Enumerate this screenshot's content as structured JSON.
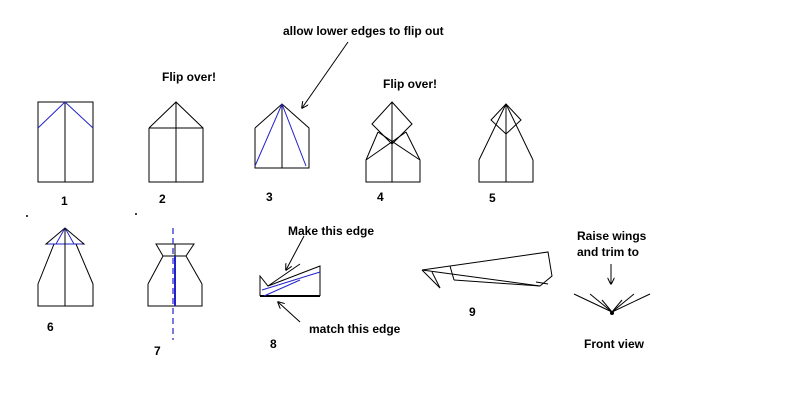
{
  "annotations": {
    "allow_lower_edges": "allow lower edges to flip out",
    "flip_over_1": "Flip over!",
    "flip_over_2": "Flip over!",
    "make_this_edge": "Make this edge",
    "match_this_edge": "match this edge",
    "raise_wings_line1": "Raise wings",
    "raise_wings_line2": "and trim to",
    "front_view": "Front view"
  },
  "steps": [
    "1",
    "2",
    "3",
    "4",
    "5",
    "6",
    "7",
    "8",
    "9"
  ],
  "colors": {
    "line": "#000000",
    "fold": "#2222cc",
    "background": "#ffffff"
  },
  "icons": [
    "arrow-icon"
  ]
}
